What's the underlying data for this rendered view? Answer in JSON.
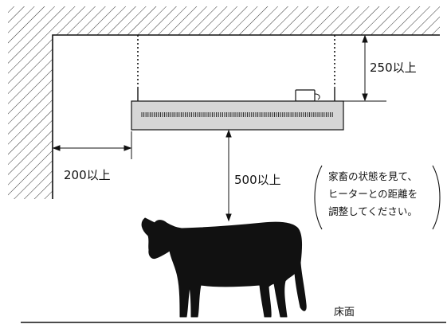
{
  "labels": {
    "ceiling_clearance": "250以上",
    "wall_clearance": "200以上",
    "floor_clearance": "500以上",
    "floor": "床面"
  },
  "note": {
    "lines": [
      "家畜の状態を見て、",
      "ヒーターとの距離を",
      "調整してください。"
    ]
  }
}
